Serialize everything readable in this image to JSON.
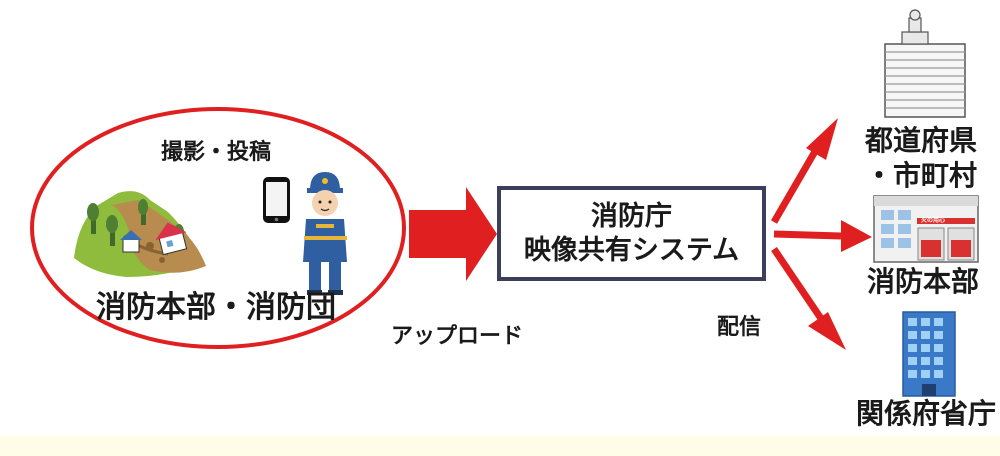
{
  "source_group": {
    "top_label": "撮影・投稿",
    "bottom_label": "消防本部・消防団"
  },
  "upload_label": "アップロード",
  "system": {
    "line1": "消防庁",
    "line2": "映像共有システム"
  },
  "distribute_label": "配信",
  "destinations": {
    "prefecture_line1": "都道府県",
    "prefecture_line2": "・市町村",
    "fire_hq": "消防本部",
    "agencies": "関係府省庁",
    "station_sign": "火の用心"
  },
  "colors": {
    "accent_red": "#e02020",
    "box_border": "#3d3d5c",
    "uniform_blue": "#2f5fa0"
  },
  "icons": [
    "landslide-scene-icon",
    "smartphone-icon",
    "firefighter-icon",
    "prefectural-office-building-icon",
    "fire-station-icon",
    "government-office-building-icon"
  ]
}
